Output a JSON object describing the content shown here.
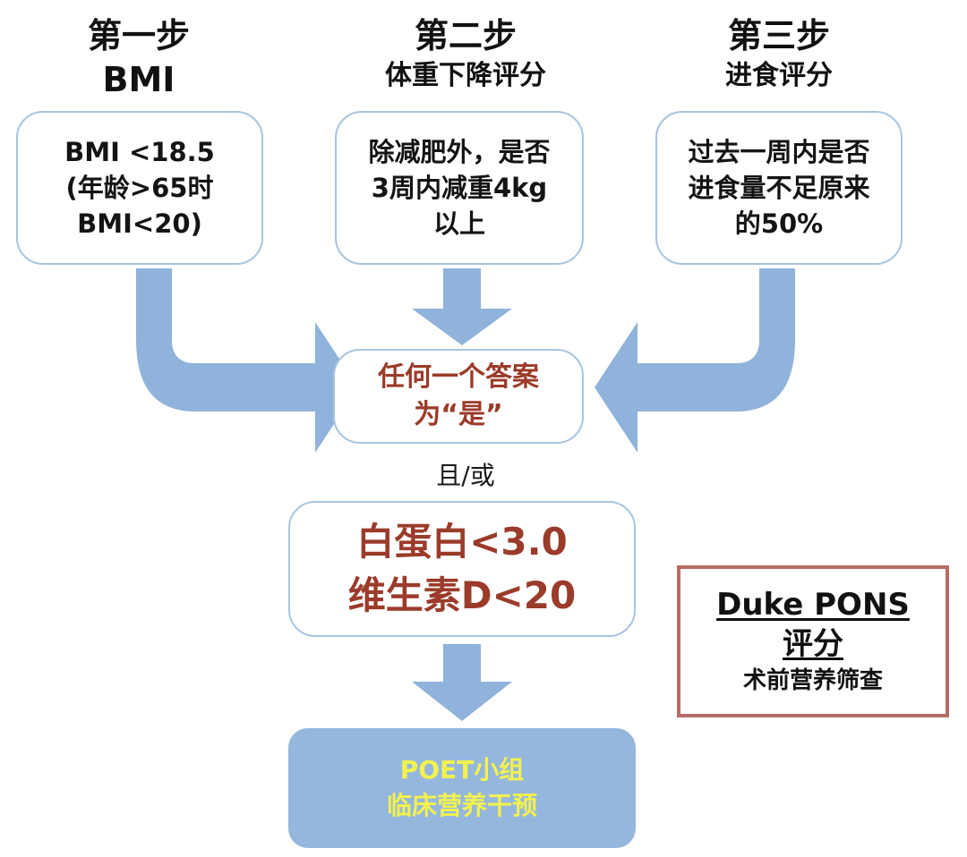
{
  "steps": [
    {
      "title": "第一步",
      "subtitle": "BMI",
      "criteria": [
        "BMI <18.5",
        "(年龄>65时",
        "BMI<20)"
      ]
    },
    {
      "title": "第二步",
      "subtitle": "体重下降评分",
      "criteria": [
        "除减肥外，是否",
        "3周内减重4kg",
        "以上"
      ]
    },
    {
      "title": "第三步",
      "subtitle": "进食评分",
      "criteria": [
        "过去一周内是否",
        "进食量不足原来",
        "的50%"
      ]
    }
  ],
  "answer_box": {
    "line1": "任何一个答案",
    "line2": "为“是”"
  },
  "connector": "且/或",
  "lab_box": {
    "line1": "白蛋白<3.0",
    "line2": "维生素D<20"
  },
  "outcome_box": {
    "line1": "POET小组",
    "line2": "临床营养干预"
  },
  "legend_box": {
    "title_line1": "Duke PONS",
    "title_line2": "评分",
    "subtitle": "术前营养筛查"
  },
  "colors": {
    "arrow": "#8fb3da",
    "box_border": "#a9c4e0",
    "accent_text": "#9b3b2a",
    "outcome_fill": "#95b7de",
    "outcome_text": "#f2f24e",
    "legend_border": "#b56d64"
  }
}
